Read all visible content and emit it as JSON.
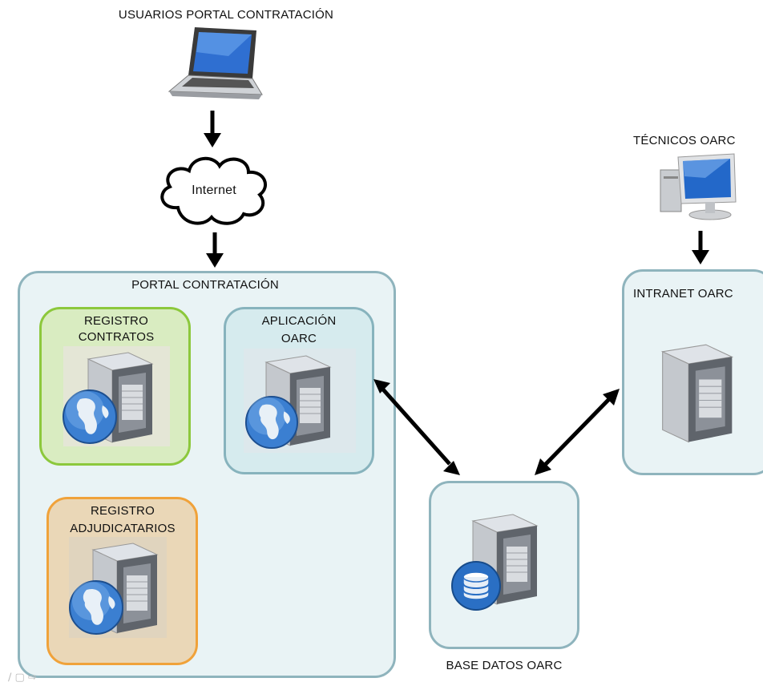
{
  "top": {
    "users_label": "USUARIOS PORTAL CONTRATACIÓN",
    "internet_label": "Internet",
    "tecnicos_label": "TÉCNICOS OARC"
  },
  "portal": {
    "title": "PORTAL CONTRATACIÓN",
    "registro_contratos_line1": "REGISTRO",
    "registro_contratos_line2": "CONTRATOS",
    "aplicacion_line1": "APLICACIÓN",
    "aplicacion_line2": "OARC",
    "registro_adj_line1": "REGISTRO",
    "registro_adj_line2": "ADJUDICATARIOS"
  },
  "intranet": {
    "title": "INTRANET OARC"
  },
  "database": {
    "title": "BASE DATOS OARC"
  },
  "icons": {
    "laptop": "laptop-icon",
    "cloud": "cloud-icon",
    "desktop": "desktop-computer-icon",
    "server": "server-icon",
    "globe": "globe-icon",
    "database": "database-icon"
  },
  "colors": {
    "portal_border": "#8fb4bd",
    "contratos_border": "#8cc83c",
    "adjudicatarios_border": "#f0a23a"
  }
}
